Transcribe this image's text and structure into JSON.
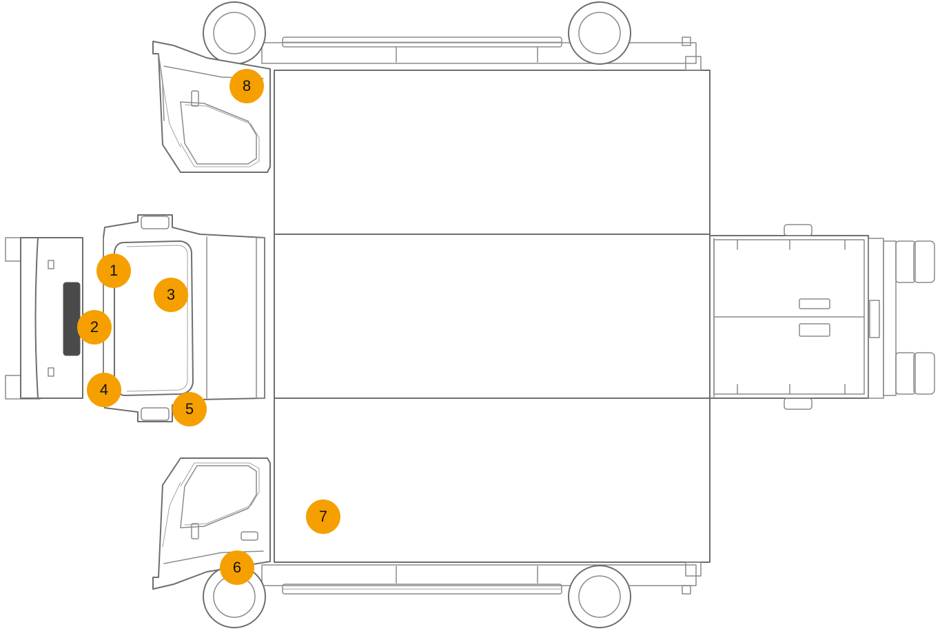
{
  "marker_color": "#F5A000",
  "markers": [
    {
      "label": "1"
    },
    {
      "label": "2"
    },
    {
      "label": "3"
    },
    {
      "label": "4"
    },
    {
      "label": "5"
    },
    {
      "label": "6"
    },
    {
      "label": "7"
    },
    {
      "label": "8"
    }
  ]
}
